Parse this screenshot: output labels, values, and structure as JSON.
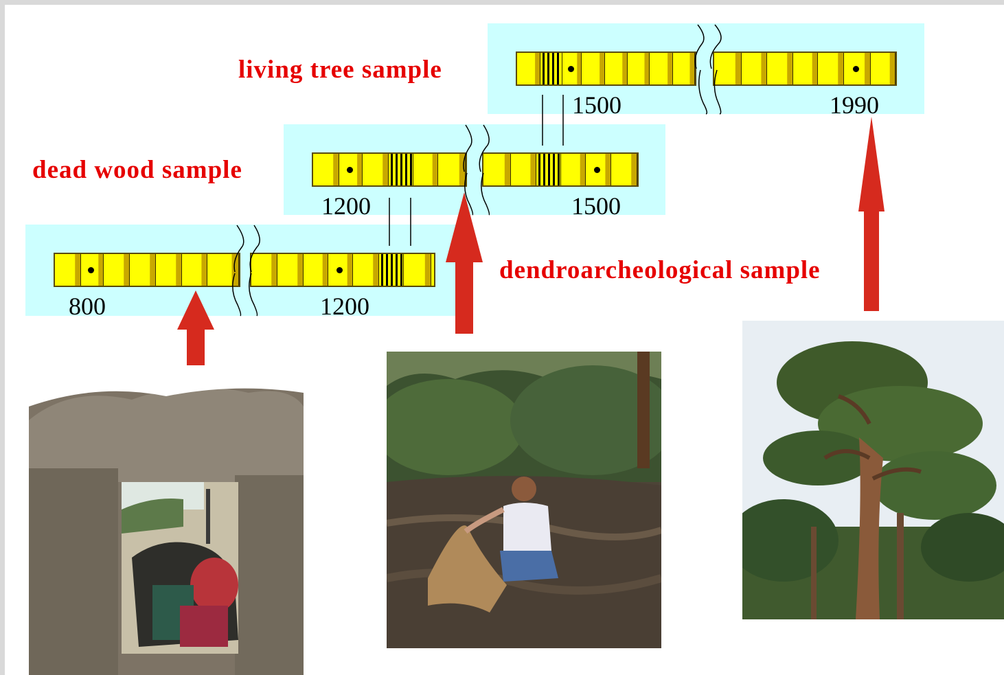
{
  "labels": {
    "living": "living tree sample",
    "dead": "dead wood sample",
    "dendro": "dendroarcheological sample"
  },
  "ticks": {
    "top_1500": "1500",
    "top_1990": "1990",
    "mid_1200": "1200",
    "mid_1500": "1500",
    "bot_800": "800",
    "bot_1200": "1200"
  },
  "colors": {
    "panel": "#ccffff",
    "ring_yellow": "#ffff00",
    "ring_dark": "#c8a800",
    "label_red": "#e60000",
    "arrow_red": "#d62a1e"
  },
  "photos": [
    {
      "name": "core-drilling-photo",
      "subject": "person coring a wooden beam in a stone doorway"
    },
    {
      "name": "dead-wood-photo",
      "subject": "person kneeling beside a dead tree trunk on lava rock"
    },
    {
      "name": "living-tree-photo",
      "subject": "large living pine tree"
    }
  ]
}
